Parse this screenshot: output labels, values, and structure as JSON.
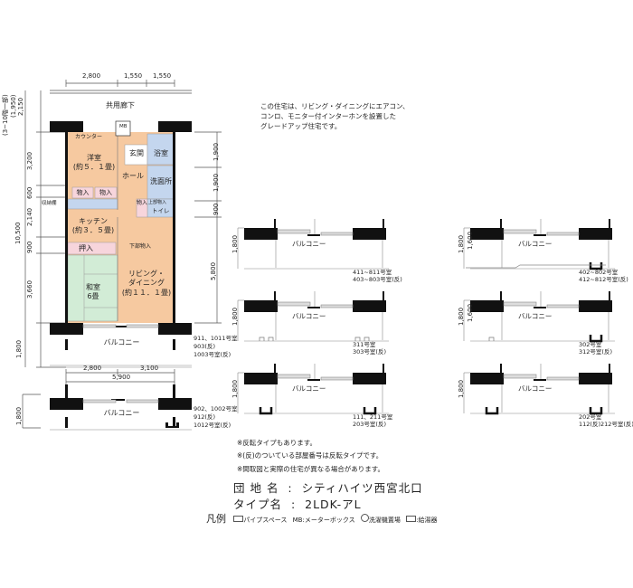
{
  "plan": {
    "corridor": "共用廊下",
    "top_dims": [
      "2,800",
      "1,550",
      "1,550"
    ],
    "left_dims": {
      "floor_note": "(3~10階一部)",
      "alt": "(1,950)",
      "d2150": "2,150",
      "d3200": "3,200",
      "d600": "600",
      "d2140": "2,140",
      "d10500": "10,500",
      "d900": "900",
      "d3660": "3,660",
      "d1800": "1,800"
    },
    "right_dims": {
      "d1900a": "1,900",
      "d1900b": "1,900",
      "d900": "900",
      "d5800": "5,800"
    },
    "rooms": {
      "counter": "カウンター",
      "mb": "MB",
      "entrance": "玄関",
      "bath": "浴室",
      "western_room": "洋室",
      "western_size": "(約５．１畳)",
      "hall": "ホール",
      "washroom": "洗面所",
      "closet1": "物入",
      "closet2": "物入",
      "closet3": "物入",
      "storage_shelf": "収納棚",
      "upper_storage": "上部物入",
      "toilet": "トイレ",
      "kitchen": "キッチン",
      "kitchen_size": "(約３．５畳)",
      "oshiire": "押入",
      "lower_storage": "下部物入",
      "japanese_room": "和室",
      "japanese_size": "6畳",
      "living": "リビング・",
      "living2": "ダイニング",
      "living_size": "(約１１．１畳)",
      "balcony": "バルコニー"
    },
    "main_rooms_label": [
      "911、1011号室",
      "903(反)",
      "1003号室(反)"
    ],
    "bottom_dims": [
      "2,800",
      "3,100",
      "5,900"
    ],
    "alt_balcony": {
      "label": "バルコニー",
      "dim": "1,800",
      "rooms": [
        "902、1002号室",
        "912(反)",
        "1012号室(反)"
      ]
    }
  },
  "description": [
    "この住宅は、リビング・ダイニングにエアコン、",
    "コンロ、モニター付インターホンを設置した",
    "グレードアップ住宅です。"
  ],
  "sections": [
    {
      "label": "バルコニー",
      "dims": [
        "1,800"
      ],
      "rooms": [
        "411~811号室",
        "403~803号室(反)"
      ],
      "variant": "plain"
    },
    {
      "label": "バルコニー",
      "dims": [
        "1,800",
        "1,600"
      ],
      "rooms": [
        "402~802号室",
        "412~812号室(反)"
      ],
      "variant": "step-right"
    },
    {
      "label": "バルコニー",
      "dims": [
        "1,800"
      ],
      "rooms": [
        "311号室",
        "303号室(反)"
      ],
      "variant": "open-both"
    },
    {
      "label": "バルコニー",
      "dims": [
        "1,800",
        "1,600"
      ],
      "rooms": [
        "302号室",
        "312号室(反)"
      ],
      "variant": "step-open"
    },
    {
      "label": "バルコニー",
      "dims": [
        "1,800"
      ],
      "rooms": [
        "111、211号室",
        "203号室(反)"
      ],
      "variant": "both"
    },
    {
      "label": "バルコニー",
      "dims": [
        "1,800"
      ],
      "rooms": [
        "202号室",
        "112(反)212号室(反)"
      ],
      "variant": "both-wide"
    }
  ],
  "notes": [
    "※反転タイプもあります。",
    "※(反)のついている部屋番号は反転タイプです。",
    "※間取図と実際の住宅が異なる場合があります。"
  ],
  "info": {
    "complex_label": "団 地 名",
    "complex": "シティハイツ西宮北口",
    "type_label": "タイプ名",
    "type": "2LDK-アL",
    "sep": ":"
  },
  "legend": {
    "title": "凡例",
    "items": [
      "パイプスペース",
      "MB:メーターボックス",
      "洗濯機置場",
      ":給湯器"
    ]
  },
  "colors": {
    "orange": "#f6c9a0",
    "blue": "#c4d6ee",
    "pink": "#f7d5dc",
    "green": "#d2ecd6",
    "white": "#ffffff",
    "wall": "#111111"
  }
}
